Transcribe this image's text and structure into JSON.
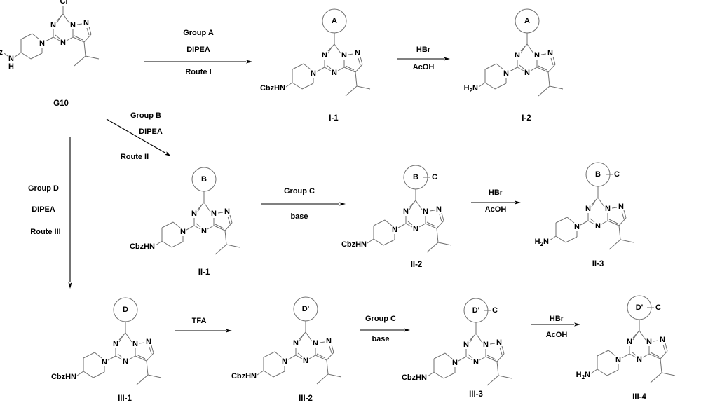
{
  "scheme_title": "",
  "starting_material": {
    "id": "G10",
    "substituent_top": "Cl",
    "amine_label": "Cbz",
    "amine_h": "H",
    "nh_label": "N"
  },
  "compounds": [
    {
      "id": "I-1",
      "ring": "A",
      "ring_sub": "",
      "amine": "CbzHN"
    },
    {
      "id": "I-2",
      "ring": "A",
      "ring_sub": "",
      "amine": "H2N"
    },
    {
      "id": "II-1",
      "ring": "B",
      "ring_sub": "",
      "amine": "CbzHN"
    },
    {
      "id": "II-2",
      "ring": "B",
      "ring_sub": "C",
      "amine": "CbzHN"
    },
    {
      "id": "II-3",
      "ring": "B",
      "ring_sub": "C",
      "amine": "H2N"
    },
    {
      "id": "III-1",
      "ring": "D",
      "ring_sub": "",
      "amine": "CbzHN"
    },
    {
      "id": "III-2",
      "ring": "D'",
      "ring_sub": "",
      "amine": "CbzHN"
    },
    {
      "id": "III-3",
      "ring": "D'",
      "ring_sub": "C",
      "amine": "CbzHN"
    },
    {
      "id": "III-4",
      "ring": "D'",
      "ring_sub": "C",
      "amine": "H2N"
    }
  ],
  "atoms": {
    "N": "N"
  },
  "reactions": [
    {
      "id": "route-1-step-1",
      "above": [
        "Group A",
        "DIPEA"
      ],
      "below": [
        "Route I"
      ]
    },
    {
      "id": "route-1-step-2",
      "above": [
        "HBr"
      ],
      "below": [
        "AcOH"
      ]
    },
    {
      "id": "route-2-step-1",
      "above": [
        "Group B",
        "DIPEA"
      ],
      "below": [
        "Route II"
      ]
    },
    {
      "id": "route-2-step-2",
      "above": [
        "Group C"
      ],
      "below": [
        "base"
      ]
    },
    {
      "id": "route-2-step-3",
      "above": [
        "HBr"
      ],
      "below": [
        "AcOH"
      ]
    },
    {
      "id": "route-3-step-1",
      "above": [
        "Group D",
        "DIPEA",
        "Route III"
      ],
      "below": []
    },
    {
      "id": "route-3-step-2",
      "above": [
        "TFA"
      ],
      "below": []
    },
    {
      "id": "route-3-step-3",
      "above": [
        "Group C"
      ],
      "below": [
        "base"
      ]
    },
    {
      "id": "route-3-step-4",
      "above": [
        "HBr"
      ],
      "below": [
        "AcOH"
      ]
    }
  ]
}
